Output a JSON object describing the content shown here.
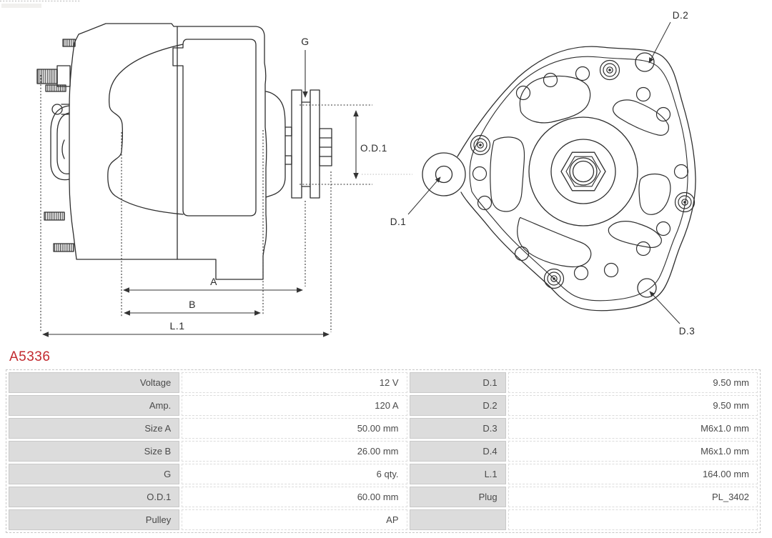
{
  "part_number": "A5336",
  "colors": {
    "part_number_red": "#c2292f",
    "drawing_line": "#2e2e2e",
    "dimension_line": "#333333",
    "centerline_gray": "#b8b8b8",
    "table_label_bg": "#dcdcdc",
    "table_text": "#4a4a4a"
  },
  "side_view": {
    "labels": {
      "g": "G",
      "od1": "O.D.1",
      "a": "A",
      "b": "B",
      "l1": "L.1"
    }
  },
  "end_view": {
    "labels": {
      "d1": "D.1",
      "d2": "D.2",
      "d3": "D.3"
    }
  },
  "spec_table": {
    "rows": [
      {
        "label1": "Voltage",
        "value1": "12 V",
        "label2": "D.1",
        "value2": "9.50 mm"
      },
      {
        "label1": "Amp.",
        "value1": "120 A",
        "label2": "D.2",
        "value2": "9.50 mm"
      },
      {
        "label1": "Size A",
        "value1": "50.00 mm",
        "label2": "D.3",
        "value2": "M6x1.0 mm"
      },
      {
        "label1": "Size B",
        "value1": "26.00 mm",
        "label2": "D.4",
        "value2": "M6x1.0 mm"
      },
      {
        "label1": "G",
        "value1": "6 qty.",
        "label2": "L.1",
        "value2": "164.00 mm"
      },
      {
        "label1": "O.D.1",
        "value1": "60.00 mm",
        "label2": "Plug",
        "value2": "PL_3402"
      },
      {
        "label1": "Pulley",
        "value1": "AP",
        "label2": "",
        "value2": ""
      }
    ]
  }
}
